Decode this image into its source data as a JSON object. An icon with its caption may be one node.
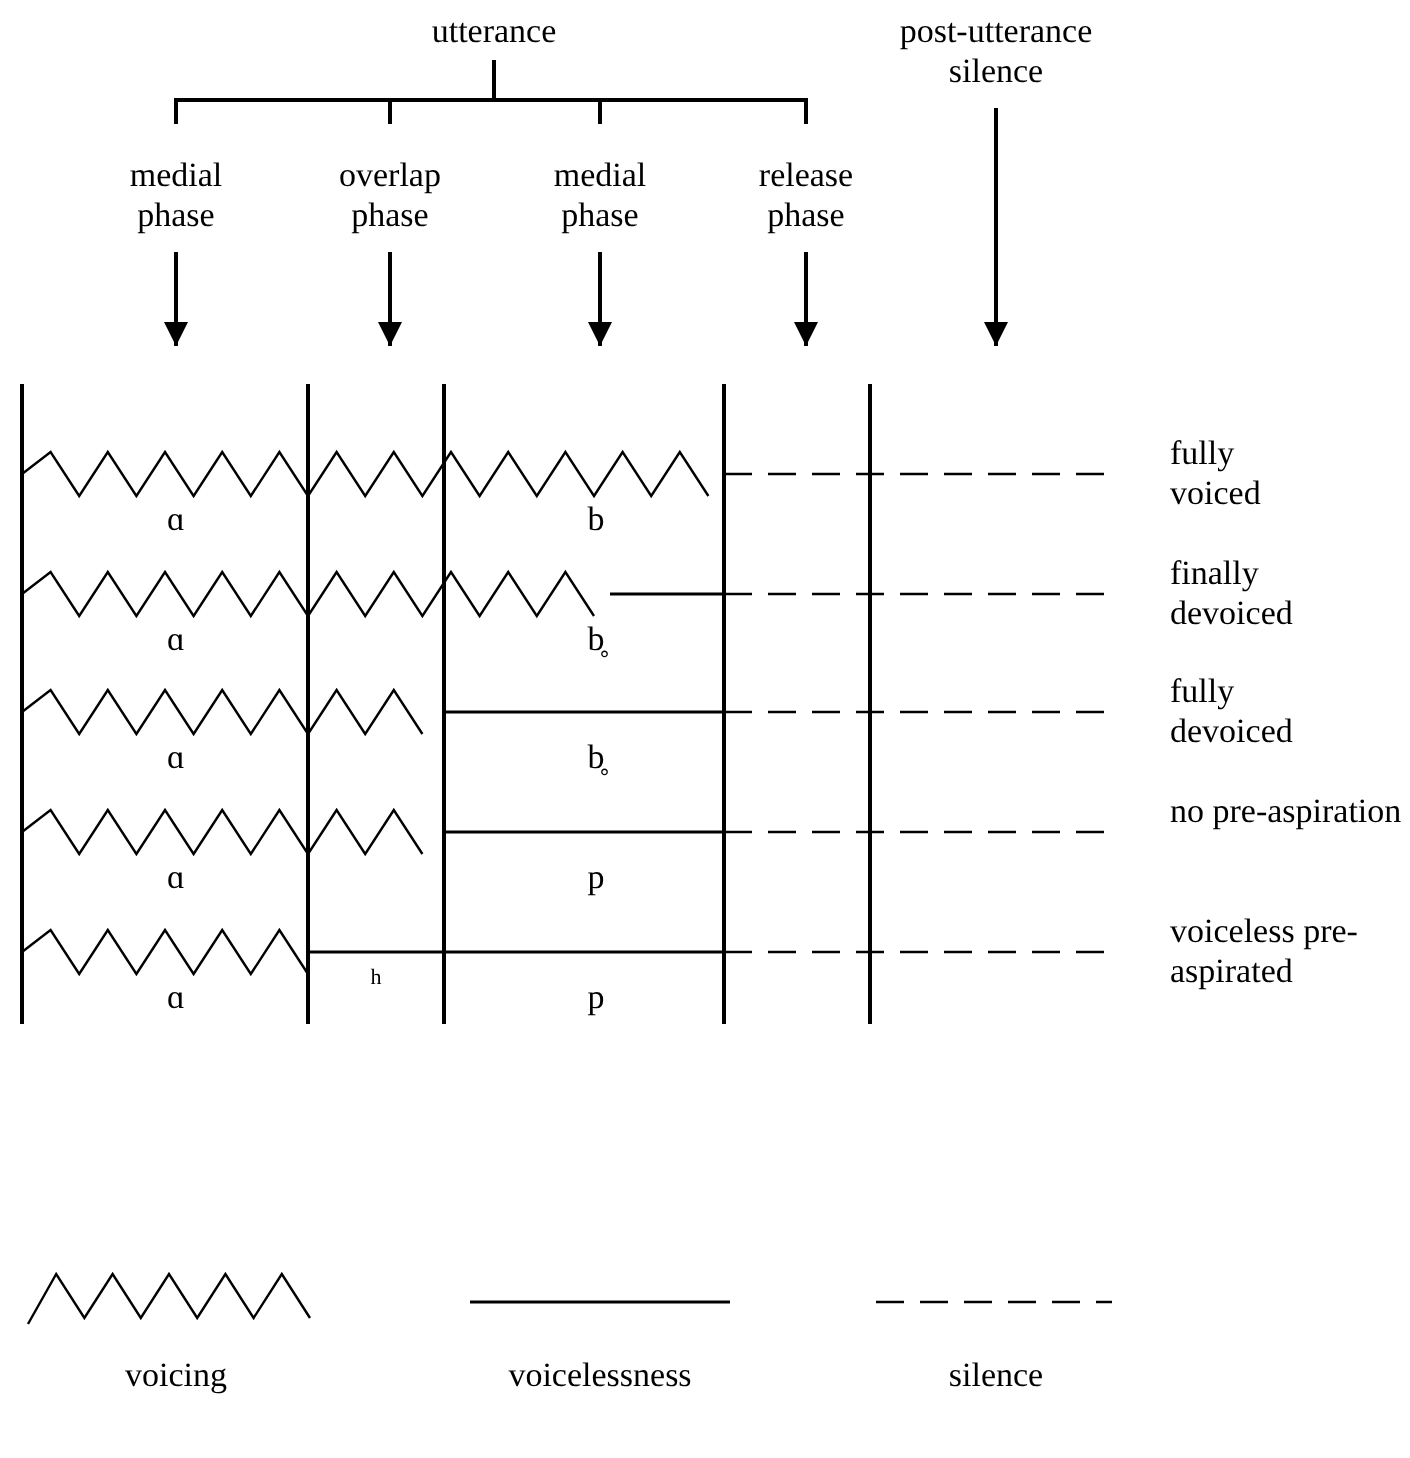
{
  "diagram": {
    "nodes": [
      {
        "text": [
          "utterance"
        ]
      },
      {
        "text": [
          "medial phase"
        ]
      },
      {
        "text": [
          "overlap phase"
        ]
      },
      {
        "text": [
          "medial phase"
        ]
      },
      {
        "text": [
          "release phase"
        ]
      },
      {
        "text": [
          "post-utterance silence"
        ]
      }
    ],
    "edges": [
      {
        "from": 1,
        "to": null,
        "arrow": "to"
      },
      {
        "from": 2,
        "to": null,
        "arrow": "to"
      },
      {
        "from": 3,
        "to": null,
        "arrow": "to"
      },
      {
        "from": 4,
        "to": null,
        "arrow": "to"
      },
      {
        "from": 5,
        "to": null,
        "arrow": "to"
      }
    ],
    "labels": [
      "fully voiced",
      "ɑ",
      "b",
      "finally devoiced",
      "ɑ",
      "b̥",
      "fully devoiced",
      "ɑ",
      "b̥",
      "no pre-aspiration",
      "ɑ",
      "p",
      "voiceless pre-aspirated",
      "h",
      "ɑ",
      "p"
    ],
    "legend": [
      {
        "text": "voicing"
      },
      {
        "text": "voicelessness"
      },
      {
        "text": "silence"
      }
    ]
  }
}
